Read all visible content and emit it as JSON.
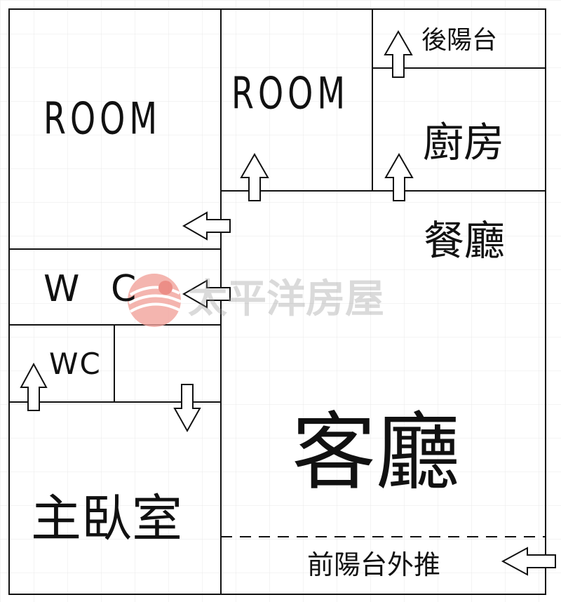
{
  "rooms": {
    "room_left": "ROOM",
    "room_middle": "ROOM",
    "back_balcony": "後陽台",
    "kitchen": "廚房",
    "dining_room": "餐廳",
    "wc_large": "W C",
    "wc_small": "WC",
    "living_room": "客廳",
    "master_bedroom": "主臥室",
    "front_balcony": "前陽台外推"
  },
  "watermark": {
    "brand": "太平洋房屋"
  },
  "colors": {
    "wall": "#111111",
    "background": "#fdfdfd",
    "logo_red": "#e8736a",
    "watermark_gray": "#9a9a9a"
  },
  "icons": {
    "direction_arrow": "hollow-arrow",
    "logo": "pacific-realty-swirl-logo"
  }
}
